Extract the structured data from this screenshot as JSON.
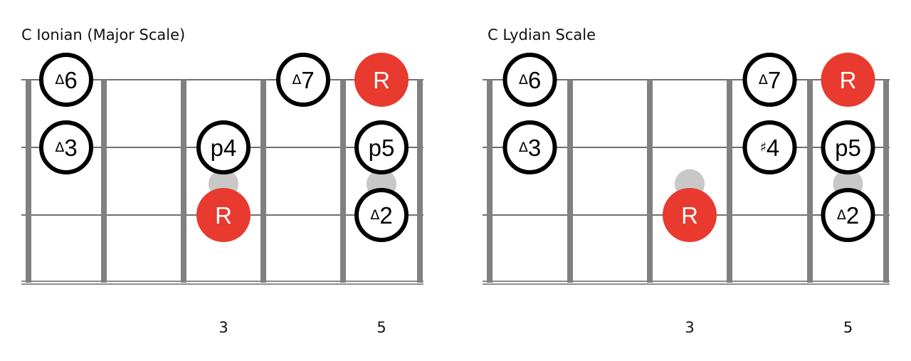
{
  "colors": {
    "root": "#e83a2f",
    "ghost": "#c8c8c8",
    "fret": "#808080",
    "string": "#1a1a1a",
    "ink": "#000000"
  },
  "diagrams": [
    {
      "title": "C Ionian (Major Scale)",
      "fret_numbers": [
        {
          "fret": 3,
          "label": "3"
        },
        {
          "fret": 5,
          "label": "5"
        }
      ],
      "ghost_dots": [
        {
          "fret": 3,
          "string": 2.5
        },
        {
          "fret": 5,
          "string": 2.5
        }
      ],
      "notes": [
        {
          "fret": 1,
          "string": 1,
          "prefix": "Δ",
          "label": "6",
          "root": false
        },
        {
          "fret": 4,
          "string": 1,
          "prefix": "Δ",
          "label": "7",
          "root": false
        },
        {
          "fret": 5,
          "string": 1,
          "prefix": "",
          "label": "R",
          "root": true
        },
        {
          "fret": 1,
          "string": 2,
          "prefix": "Δ",
          "label": "3",
          "root": false
        },
        {
          "fret": 3,
          "string": 2,
          "prefix": "",
          "label": "p4",
          "root": false
        },
        {
          "fret": 5,
          "string": 2,
          "prefix": "",
          "label": "p5",
          "root": false
        },
        {
          "fret": 3,
          "string": 3,
          "prefix": "",
          "label": "R",
          "root": true
        },
        {
          "fret": 5,
          "string": 3,
          "prefix": "Δ",
          "label": "2",
          "root": false
        }
      ]
    },
    {
      "title": "C Lydian Scale",
      "fret_numbers": [
        {
          "fret": 3,
          "label": "3"
        },
        {
          "fret": 5,
          "label": "5"
        }
      ],
      "ghost_dots": [
        {
          "fret": 3,
          "string": 2.5
        },
        {
          "fret": 5,
          "string": 2.5
        }
      ],
      "notes": [
        {
          "fret": 1,
          "string": 1,
          "prefix": "Δ",
          "label": "6",
          "root": false
        },
        {
          "fret": 4,
          "string": 1,
          "prefix": "Δ",
          "label": "7",
          "root": false
        },
        {
          "fret": 5,
          "string": 1,
          "prefix": "",
          "label": "R",
          "root": true
        },
        {
          "fret": 1,
          "string": 2,
          "prefix": "Δ",
          "label": "3",
          "root": false
        },
        {
          "fret": 4,
          "string": 2,
          "prefix": "♯",
          "label": "4",
          "root": false
        },
        {
          "fret": 5,
          "string": 2,
          "prefix": "",
          "label": "p5",
          "root": false
        },
        {
          "fret": 3,
          "string": 3,
          "prefix": "",
          "label": "R",
          "root": true
        },
        {
          "fret": 5,
          "string": 3,
          "prefix": "Δ",
          "label": "2",
          "root": false
        }
      ]
    }
  ]
}
